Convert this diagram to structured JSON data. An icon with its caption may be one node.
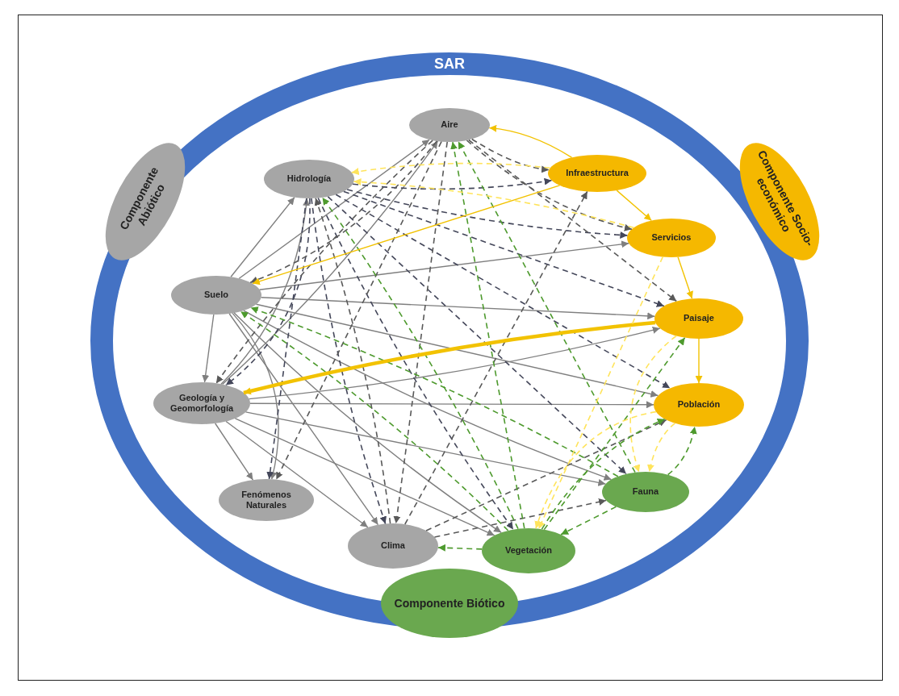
{
  "diagram": {
    "nodes": [
      {
        "text": [
          "SAR"
        ]
      },
      {
        "text": [
          "Componente Abiótico"
        ]
      },
      {
        "text": [
          "Componente Socio-económico"
        ]
      },
      {
        "text": [
          "Componente Biótico"
        ]
      },
      {
        "text": [
          "Aire"
        ],
        "in": 0
      },
      {
        "text": [
          "Hidrología"
        ],
        "in": 0
      },
      {
        "text": [
          "Infraestructura"
        ],
        "in": 0
      },
      {
        "text": [
          "Servicios"
        ],
        "in": 0
      },
      {
        "text": [
          "Suelo"
        ],
        "in": 0
      },
      {
        "text": [
          "Paisaje"
        ],
        "in": 0
      },
      {
        "text": [
          "Geología y Geomorfología"
        ],
        "in": 0
      },
      {
        "text": [
          "Población"
        ],
        "in": 0
      },
      {
        "text": [
          "Fenómenos Naturales"
        ],
        "in": 0
      },
      {
        "text": [
          "Fauna"
        ],
        "in": 0
      },
      {
        "text": [
          "Clima"
        ],
        "in": 0
      },
      {
        "text": [
          "Vegetación"
        ],
        "in": 0
      }
    ],
    "edges": [
      {
        "from": 8,
        "to": 5,
        "arrow": "to"
      },
      {
        "from": 8,
        "to": 10,
        "arrow": "to"
      },
      {
        "from": 8,
        "to": 12,
        "arrow": "to"
      },
      {
        "from": 8,
        "to": 14,
        "arrow": "to"
      },
      {
        "from": 8,
        "to": 15,
        "arrow": "to"
      },
      {
        "from": 8,
        "to": 13,
        "arrow": "to"
      },
      {
        "from": 8,
        "to": 11,
        "arrow": "to"
      },
      {
        "from": 8,
        "to": 9,
        "arrow": "to"
      },
      {
        "from": 8,
        "to": 4,
        "arrow": "to"
      },
      {
        "from": 8,
        "to": 7,
        "arrow": "to"
      },
      {
        "from": 10,
        "to": 5,
        "arrow": "to"
      },
      {
        "from": 10,
        "to": 14,
        "arrow": "to"
      },
      {
        "from": 10,
        "to": 15,
        "arrow": "to"
      },
      {
        "from": 10,
        "to": 13,
        "arrow": "to"
      },
      {
        "from": 10,
        "to": 11,
        "arrow": "to"
      },
      {
        "from": 10,
        "to": 9,
        "arrow": "to"
      },
      {
        "from": 10,
        "to": 4,
        "arrow": "to"
      },
      {
        "from": 10,
        "to": 12,
        "arrow": "to"
      },
      {
        "from": 5,
        "to": 6,
        "arrow": "to",
        "style": "dashed",
        "color": "#44475a"
      },
      {
        "from": 5,
        "to": 7,
        "arrow": "to",
        "style": "dashed",
        "color": "#44475a"
      },
      {
        "from": 5,
        "to": 9,
        "arrow": "to",
        "style": "dashed",
        "color": "#44475a"
      },
      {
        "from": 5,
        "to": 11,
        "arrow": "to",
        "style": "dashed",
        "color": "#44475a"
      },
      {
        "from": 5,
        "to": 13,
        "arrow": "to",
        "style": "dashed",
        "color": "#44475a"
      },
      {
        "from": 5,
        "to": 15,
        "arrow": "to",
        "style": "dashed",
        "color": "#44475a"
      },
      {
        "from": 5,
        "to": 14,
        "arrow": "to",
        "style": "dashed",
        "color": "#44475a"
      },
      {
        "from": 5,
        "to": 12,
        "arrow": "to",
        "style": "dashed",
        "color": "#44475a"
      },
      {
        "from": 5,
        "to": 10,
        "arrow": "to",
        "style": "dashed",
        "color": "#44475a"
      },
      {
        "from": 4,
        "to": 6,
        "arrow": "to",
        "style": "dashed",
        "color": "#595959"
      },
      {
        "from": 4,
        "to": 7,
        "arrow": "to",
        "style": "dashed",
        "color": "#595959"
      },
      {
        "from": 4,
        "to": 9,
        "arrow": "to",
        "style": "dashed",
        "color": "#595959"
      },
      {
        "from": 4,
        "to": 14,
        "arrow": "to",
        "style": "dashed",
        "color": "#595959"
      },
      {
        "from": 4,
        "to": 12,
        "arrow": "to",
        "style": "dashed",
        "color": "#595959"
      },
      {
        "from": 4,
        "to": 10,
        "arrow": "to",
        "style": "dashed",
        "color": "#595959"
      },
      {
        "from": 4,
        "to": 8,
        "arrow": "to",
        "style": "dashed",
        "color": "#595959"
      },
      {
        "from": 14,
        "to": 5,
        "arrow": "to",
        "style": "dashed",
        "color": "#595959"
      },
      {
        "from": 14,
        "to": 13,
        "arrow": "to",
        "style": "dashed",
        "color": "#595959"
      },
      {
        "from": 14,
        "to": 11,
        "arrow": "to",
        "style": "dashed",
        "color": "#595959"
      },
      {
        "from": 14,
        "to": 6,
        "arrow": "to",
        "style": "dashed",
        "color": "#595959"
      },
      {
        "from": 15,
        "to": 14,
        "arrow": "to",
        "style": "dashed",
        "color": "#4e9a2e"
      },
      {
        "from": 15,
        "to": 4,
        "arrow": "to",
        "style": "dashed",
        "color": "#4e9a2e"
      },
      {
        "from": 15,
        "to": 5,
        "arrow": "to",
        "style": "dashed",
        "color": "#4e9a2e"
      },
      {
        "from": 15,
        "to": 8,
        "arrow": "to",
        "style": "dashed",
        "color": "#4e9a2e"
      },
      {
        "from": 15,
        "to": 9,
        "arrow": "to",
        "style": "dashed",
        "color": "#4e9a2e"
      },
      {
        "from": 15,
        "to": 11,
        "arrow": "to",
        "style": "dashed",
        "color": "#4e9a2e"
      },
      {
        "from": 13,
        "to": 15,
        "arrow": "to",
        "style": "dashed",
        "color": "#4e9a2e"
      },
      {
        "from": 13,
        "to": 4,
        "arrow": "to",
        "style": "dashed",
        "color": "#4e9a2e"
      },
      {
        "from": 13,
        "to": 8,
        "arrow": "to",
        "style": "dashed",
        "color": "#4e9a2e"
      },
      {
        "from": 13,
        "to": 11,
        "arrow": "to",
        "style": "dashed",
        "color": "#4e9a2e"
      },
      {
        "from": 9,
        "to": 10,
        "arrow": "to",
        "style": "thick",
        "color": "#f2c200"
      },
      {
        "from": 6,
        "to": 8,
        "arrow": "to",
        "color": "#f2c200"
      },
      {
        "from": 6,
        "to": 4,
        "arrow": "to",
        "color": "#f2c200"
      },
      {
        "from": 6,
        "to": 7,
        "arrow": "to",
        "color": "#f2c200"
      },
      {
        "from": 7,
        "to": 9,
        "arrow": "to",
        "color": "#f2c200"
      },
      {
        "from": 9,
        "to": 11,
        "arrow": "to",
        "color": "#f2c200"
      },
      {
        "from": 11,
        "to": 13,
        "arrow": "to",
        "style": "dashed",
        "color": "#ffe45c"
      },
      {
        "from": 11,
        "to": 15,
        "arrow": "to",
        "style": "dashed",
        "color": "#ffe45c"
      },
      {
        "from": 7,
        "to": 5,
        "arrow": "to",
        "style": "dashed",
        "color": "#ffe45c"
      },
      {
        "from": 9,
        "to": 13,
        "arrow": "to",
        "style": "dashed",
        "color": "#ffe45c"
      },
      {
        "from": 7,
        "to": 15,
        "arrow": "to",
        "style": "dashed",
        "color": "#ffe45c"
      },
      {
        "from": 6,
        "to": 5,
        "arrow": "to",
        "style": "dashed",
        "color": "#ffe45c"
      }
    ]
  }
}
